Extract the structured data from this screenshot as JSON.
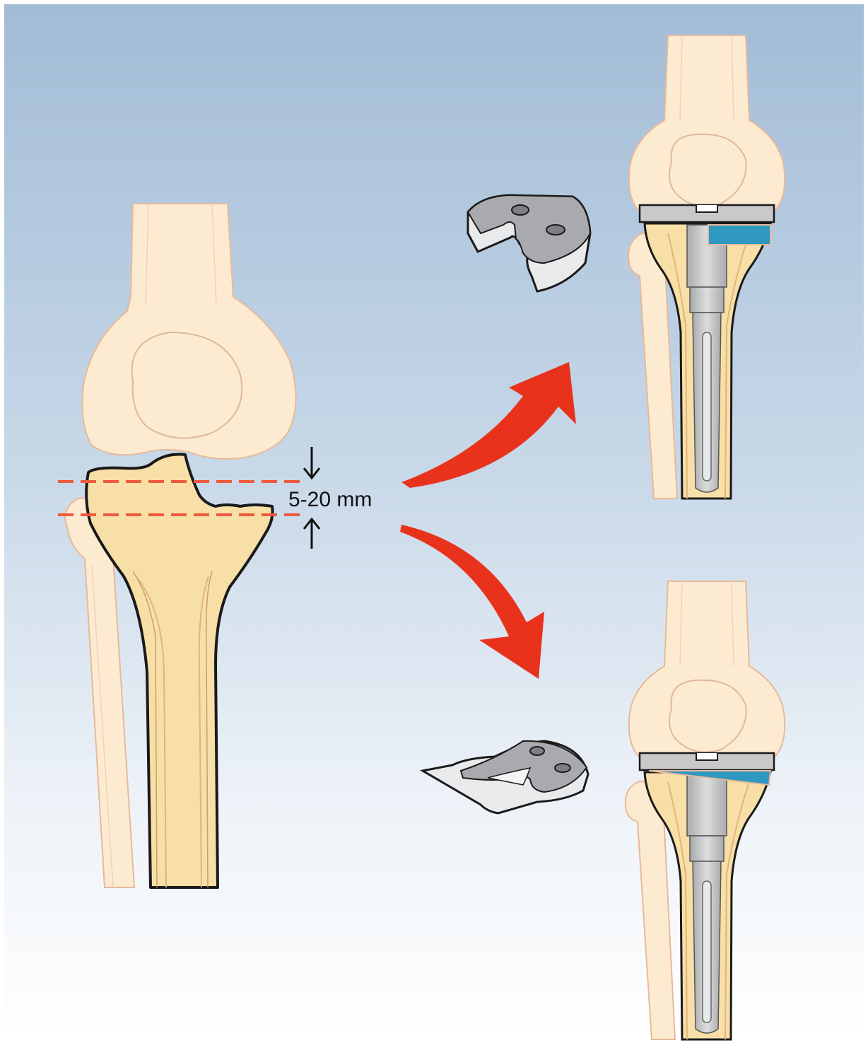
{
  "measurement": {
    "label": "5-20 mm"
  },
  "colors": {
    "bone": "#fcebd0",
    "bone_outline": "#e8b99a",
    "tibia_fill": "#f8dfa7",
    "resection_line": "#ee5a3c",
    "arrow": "#e8321c",
    "implant_metal": "#c8c9cb",
    "augment_blue": "#2e98c0",
    "background_top": "#a2bcd6",
    "background_bottom": "#ffffff"
  },
  "panels": {
    "left": "knee-with-tibial-bone-defect",
    "top_right": "block-augment-reconstruction",
    "bottom_right": "wedge-augment-reconstruction"
  }
}
